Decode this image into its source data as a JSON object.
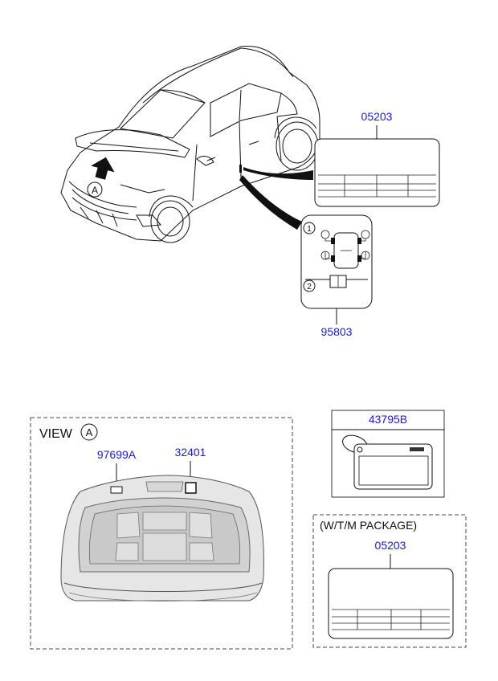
{
  "parts": {
    "label_05203_top": "05203",
    "label_95803": "95803",
    "label_97699a": "97699A",
    "label_32401": "32401",
    "label_43795b": "43795B",
    "label_05203_bottom": "05203"
  },
  "markers": {
    "view_marker": "A",
    "circle_1": "1",
    "circle_2": "2"
  },
  "view_box": {
    "title": "VIEW"
  },
  "package_box": {
    "title": "(W/T/M PACKAGE)"
  },
  "colors": {
    "part_number": "#1a1ad6",
    "line": "#111111",
    "hood_fill": "#e6e6e6",
    "hood_shade": "#c9c9c9"
  }
}
